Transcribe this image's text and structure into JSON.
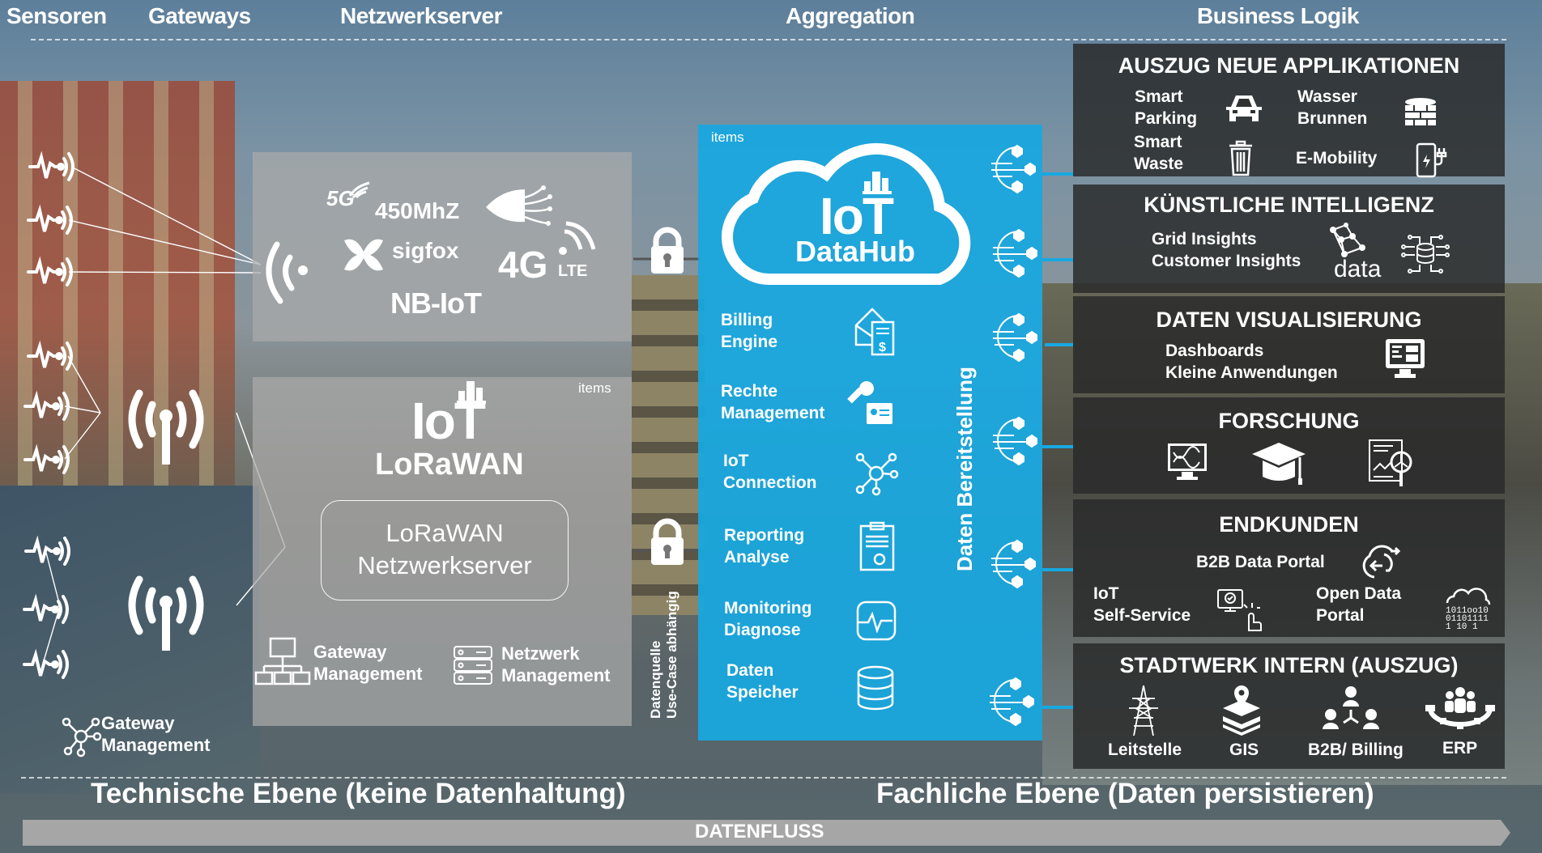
{
  "headers": {
    "sensors": "Sensoren",
    "gateways": "Gateways",
    "network_server": "Netzwerkserver",
    "aggregation": "Aggregation",
    "business_logic": "Business Logik"
  },
  "connectivity": {
    "labels": [
      "5G",
      "450MhZ",
      "sigfox",
      "4G",
      "LTE",
      "NB-IoT"
    ]
  },
  "lorawan": {
    "brand": "items",
    "logo_top": "IoT",
    "logo_bottom": "LoRaWAN",
    "server_box": [
      "LoRaWAN",
      "Netzwerkserver"
    ],
    "gateway_mgmt": [
      "Gateway",
      "Management"
    ],
    "network_mgmt": [
      "Netzwerk",
      "Management"
    ]
  },
  "gateway_management_left": [
    "Gateway",
    "Management"
  ],
  "datasource_note": [
    "Datenquelle",
    "Use-Case abhängig"
  ],
  "datahub": {
    "brand": "items",
    "logo_top": "IoT",
    "logo_bottom": "DataHub",
    "vertical_label": "Daten Bereitstellung",
    "services": [
      {
        "line1": "Billing",
        "line2": "Engine",
        "icon": "billing-icon"
      },
      {
        "line1": "Rechte",
        "line2": "Management",
        "icon": "key-badge-icon"
      },
      {
        "line1": "IoT",
        "line2": "Connection",
        "icon": "network-hub-icon"
      },
      {
        "line1": "Reporting",
        "line2": "Analyse",
        "icon": "clipboard-report-icon"
      },
      {
        "line1": "Monitoring",
        "line2": "Diagnose",
        "icon": "monitor-pulse-icon"
      },
      {
        "line1": "Daten",
        "line2": "Speicher",
        "icon": "database-icon"
      }
    ]
  },
  "panels": {
    "apps": {
      "title": "AUSZUG NEUE APPLIKATIONEN",
      "items": [
        {
          "line1": "Smart",
          "line2": "Parking",
          "icon": "car-icon"
        },
        {
          "line1": "Wasser",
          "line2": "Brunnen",
          "icon": "well-icon"
        },
        {
          "line1": "Smart",
          "line2": "Waste",
          "icon": "trash-icon"
        },
        {
          "line1": "E-Mobility",
          "line2": "",
          "icon": "ev-charger-icon"
        }
      ]
    },
    "ai": {
      "title": "KÜNSTLICHE INTELLIGENZ",
      "lines": [
        "Grid Insights",
        "Customer Insights"
      ],
      "data_label": "data"
    },
    "viz": {
      "title": "DATEN VISUALISIERUNG",
      "lines": [
        "Dashboards",
        "Kleine Anwendungen"
      ]
    },
    "research": {
      "title": "FORSCHUNG"
    },
    "customers": {
      "title": "ENDKUNDEN",
      "b2b_portal": "B2B Data Portal",
      "self_service": [
        "IoT",
        "Self-Service"
      ],
      "open_data": [
        "Open Data",
        "Portal"
      ],
      "binary_digits": [
        "1011",
        "0",
        "10",
        "0110",
        "1111",
        "1",
        "10",
        "1"
      ]
    },
    "internal": {
      "title": "STADTWERK INTERN (AUSZUG)",
      "items": [
        "Leitstelle",
        "GIS",
        "B2B/ Billing",
        "ERP"
      ]
    }
  },
  "footer": {
    "technical": "Technische Ebene (keine Datenhaltung)",
    "business": "Fachliche Ebene (Daten persistieren)",
    "flow": "DATENFLUSS"
  },
  "colors": {
    "hub_blue": "#18a8e0",
    "panel_dark": "#282a2a",
    "gray_box": "#aaaaaa"
  }
}
